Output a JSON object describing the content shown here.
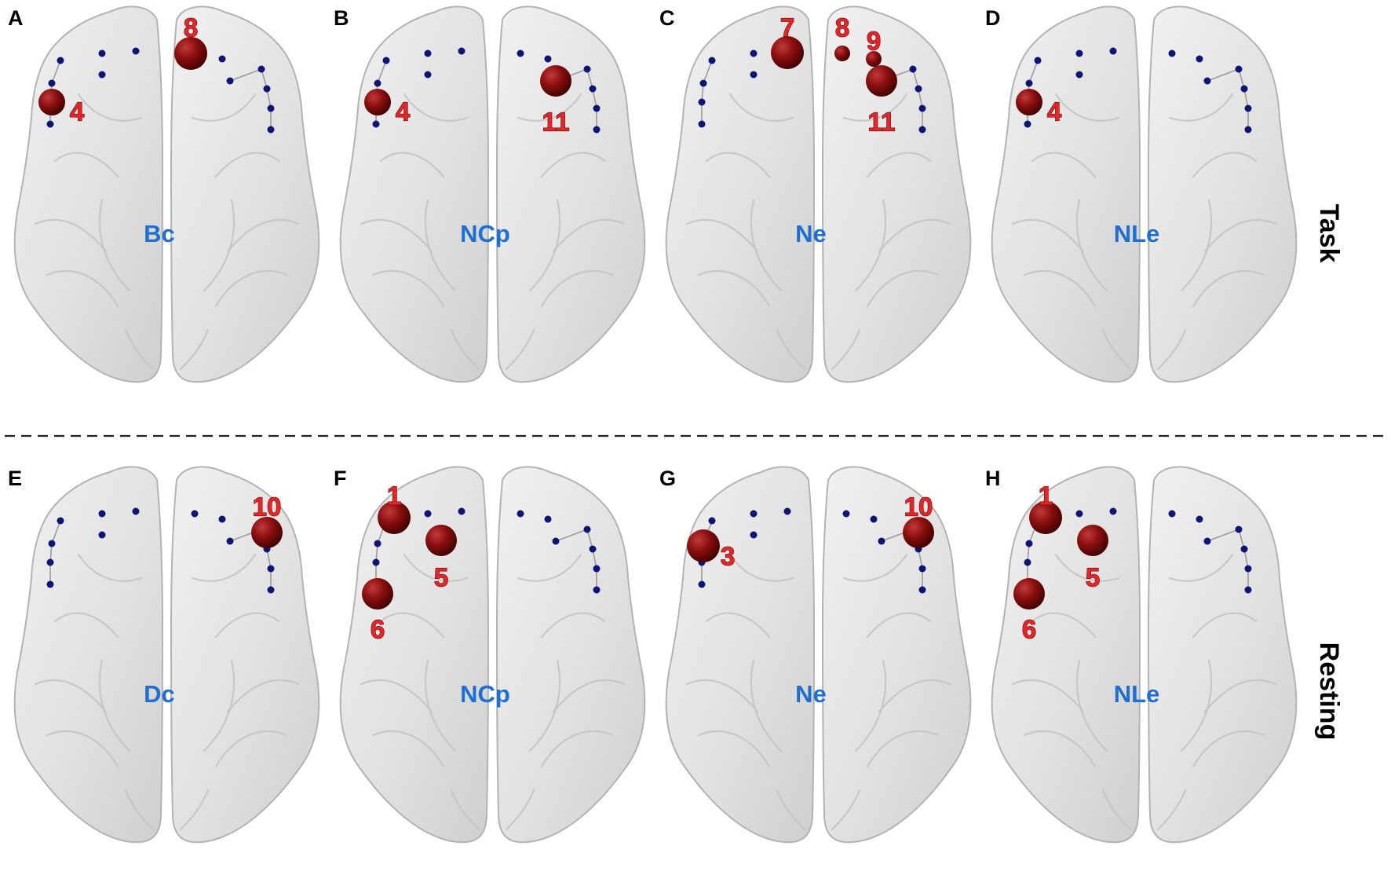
{
  "figure": {
    "rows": [
      {
        "key": "task",
        "label": "Task"
      },
      {
        "key": "resting",
        "label": "Resting"
      }
    ],
    "colors": {
      "measure_label": "#1f6fd1",
      "node_label": "#e0282b",
      "hub_node": "#8b0f0f",
      "regular_node": "#0c1573",
      "brain": "#e3e3e3"
    },
    "panels": [
      {
        "letter": "A",
        "row": "task",
        "measure": "Bc",
        "hubs": [
          {
            "id": "4",
            "region": 4
          },
          {
            "id": "8",
            "region": 8
          }
        ]
      },
      {
        "letter": "B",
        "row": "task",
        "measure": "NCp",
        "hubs": [
          {
            "id": "4",
            "region": 4
          },
          {
            "id": "11",
            "region": 11
          }
        ]
      },
      {
        "letter": "C",
        "row": "task",
        "measure": "Ne",
        "hubs": [
          {
            "id": "7",
            "region": 7
          },
          {
            "id": "8",
            "region": 8
          },
          {
            "id": "9",
            "region": 9
          },
          {
            "id": "11",
            "region": 11
          }
        ]
      },
      {
        "letter": "D",
        "row": "task",
        "measure": "NLe",
        "hubs": [
          {
            "id": "4",
            "region": 4
          }
        ]
      },
      {
        "letter": "E",
        "row": "resting",
        "measure": "Dc",
        "hubs": [
          {
            "id": "10",
            "region": 10
          }
        ]
      },
      {
        "letter": "F",
        "row": "resting",
        "measure": "NCp",
        "hubs": [
          {
            "id": "1",
            "region": 1
          },
          {
            "id": "5",
            "region": 5
          },
          {
            "id": "6",
            "region": 6
          }
        ]
      },
      {
        "letter": "G",
        "row": "resting",
        "measure": "Ne",
        "hubs": [
          {
            "id": "3",
            "region": 3
          },
          {
            "id": "10",
            "region": 10
          }
        ]
      },
      {
        "letter": "H",
        "row": "resting",
        "measure": "NLe",
        "hubs": [
          {
            "id": "1",
            "region": 1
          },
          {
            "id": "5",
            "region": 5
          },
          {
            "id": "6",
            "region": 6
          }
        ]
      }
    ]
  }
}
